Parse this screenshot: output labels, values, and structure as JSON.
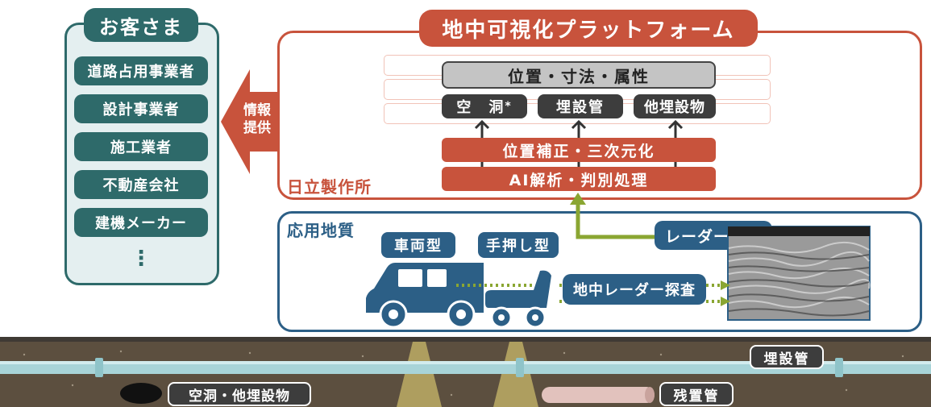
{
  "customers": {
    "title": "お客さま",
    "items": [
      "道路占用事業者",
      "設計事業者",
      "施工業者",
      "不動産会社",
      "建機メーカー"
    ],
    "more": "⋮"
  },
  "info_arrow": {
    "line1": "情報",
    "line2": "提供"
  },
  "platform": {
    "title": "地中可視化プラットフォーム",
    "header": "位置・寸法・属性",
    "categories": [
      "空　洞",
      "埋設管",
      "他埋設物"
    ],
    "cavity_note": "*",
    "steps": [
      "位置補正・三次元化",
      "AI解析・判別処理"
    ],
    "org": "日立製作所"
  },
  "geology": {
    "org": "応用地質",
    "vehicle_label": "車両型",
    "handcart_label": "手押し型",
    "radar_survey": "地中レーダー探査",
    "radar_image": "レーダー画像"
  },
  "ground": {
    "buried_pipe": "埋設管",
    "cavity": "空洞・他埋設物",
    "residual_pipe": "残置管"
  },
  "colors": {
    "teal": "#2e6a6a",
    "navy": "#2c5f86",
    "red": "#c8533c",
    "green": "#8aa632",
    "soil": "#5c4f3f"
  }
}
